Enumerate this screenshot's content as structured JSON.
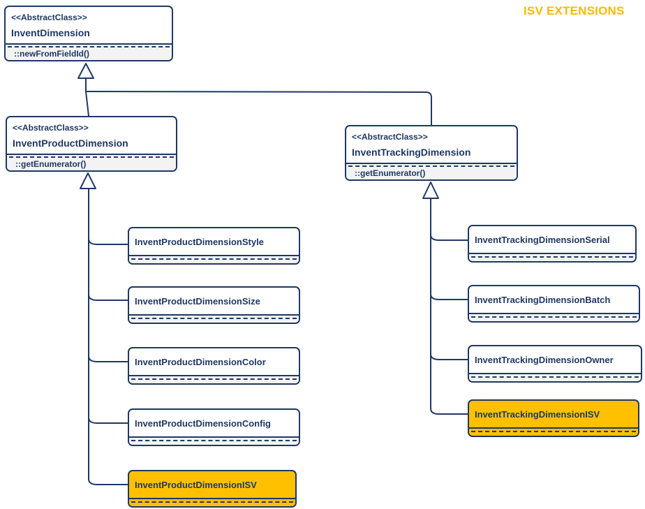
{
  "heading": {
    "label": "ISV EXTENSIONS"
  },
  "colors": {
    "line_navy": "#1f3864",
    "highlight_orange": "#FFC000",
    "heading_orange": "#FFB900",
    "compartment_gray": "#f3f3f3"
  },
  "diagram": {
    "parents": {
      "invent_dimension": {
        "stereotype": "<<AbstractClass>>",
        "name": "InventDimension",
        "method": "::newFromFieldId()"
      },
      "invent_product_dimension": {
        "stereotype": "<<AbstractClass>>",
        "name": "InventProductDimension",
        "method": "::getEnumerator()"
      },
      "invent_tracking_dimension": {
        "stereotype": "<<AbstractClass>>",
        "name": "InventTrackingDimension",
        "method": "::getEnumerator()"
      }
    },
    "product_children": [
      {
        "name": "InventProductDimensionStyle",
        "highlighted": false
      },
      {
        "name": "InventProductDimensionSize",
        "highlighted": false
      },
      {
        "name": "InventProductDimensionColor",
        "highlighted": false
      },
      {
        "name": "InventProductDimensionConfig",
        "highlighted": false
      },
      {
        "name": "InventProductDimensionISV",
        "highlighted": true
      }
    ],
    "tracking_children": [
      {
        "name": "InventTrackingDimensionSerial",
        "highlighted": false
      },
      {
        "name": "InventTrackingDimensionBatch",
        "highlighted": false
      },
      {
        "name": "InventTrackingDimensionOwner",
        "highlighted": false
      },
      {
        "name": "InventTrackingDimensionISV",
        "highlighted": true
      }
    ]
  }
}
